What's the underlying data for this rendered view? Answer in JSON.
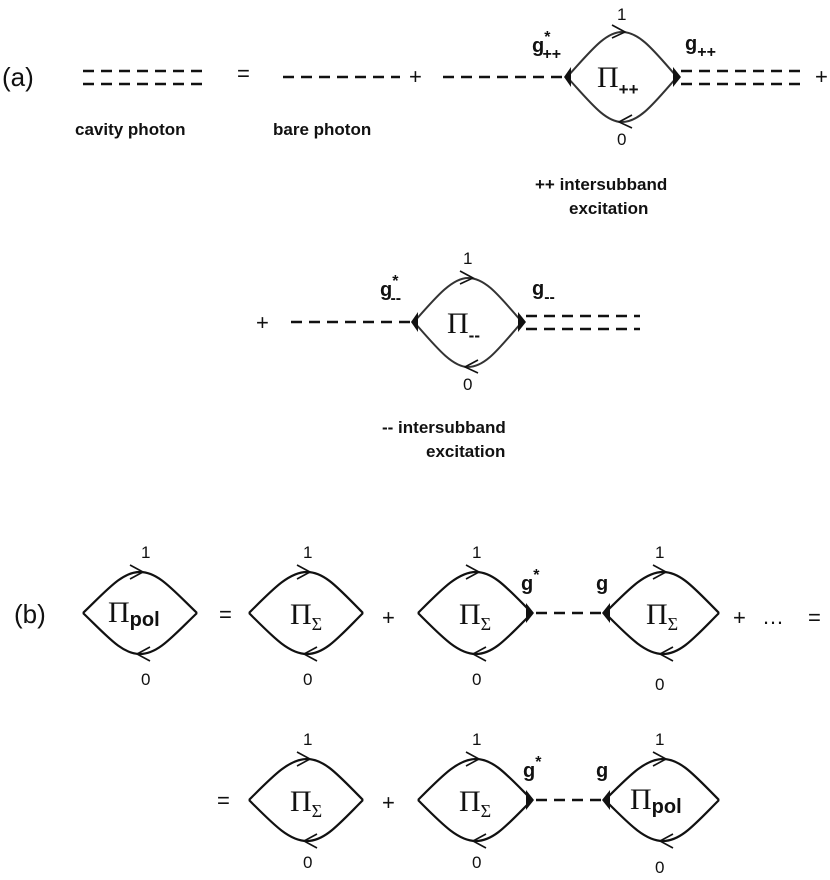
{
  "panel_a": {
    "label": "(a)",
    "cavity_photon_label": "cavity photon",
    "bare_photon_label": "bare photon",
    "equals": "=",
    "plus": "+",
    "top_index": "1",
    "bottom_index": "0",
    "excitation_pp": {
      "pi": "Π",
      "pi_sub": "++",
      "g_star": "g",
      "g_star_sup": "*",
      "g_star_sub": "++",
      "g": "g",
      "g_sub": "++",
      "caption_line1": "++ intersubband",
      "caption_line2": "excitation"
    },
    "excitation_mm": {
      "pi": "Π",
      "pi_sub": "--",
      "g_star": "g",
      "g_star_sup": "*",
      "g_star_sub": "--",
      "g": "g",
      "g_sub": "--",
      "caption_line1": "-- intersubband",
      "caption_line2": "excitation"
    }
  },
  "panel_b": {
    "label": "(b)",
    "pi": "Π",
    "pol_sub": "pol",
    "sigma_sub": "Σ",
    "top_index": "1",
    "bottom_index": "0",
    "equals": "=",
    "plus": "+",
    "ellipsis": "…",
    "g": "g",
    "g_star_sup": "*"
  }
}
